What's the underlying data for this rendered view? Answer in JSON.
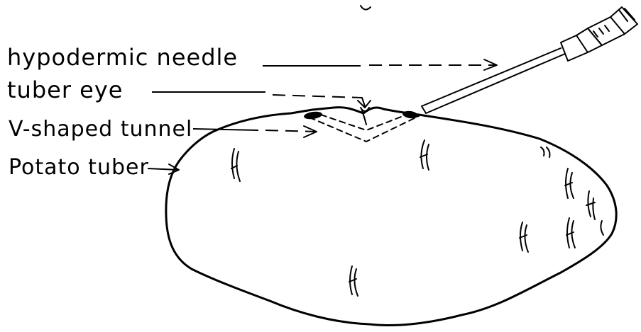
{
  "labels": {
    "needle": "hypodermic needle",
    "eye": "tuber eye",
    "tunnel": "V-shaped tunnel",
    "tuber": "Potato tuber"
  },
  "colors": {
    "ink": "#000000",
    "background": "#ffffff"
  }
}
